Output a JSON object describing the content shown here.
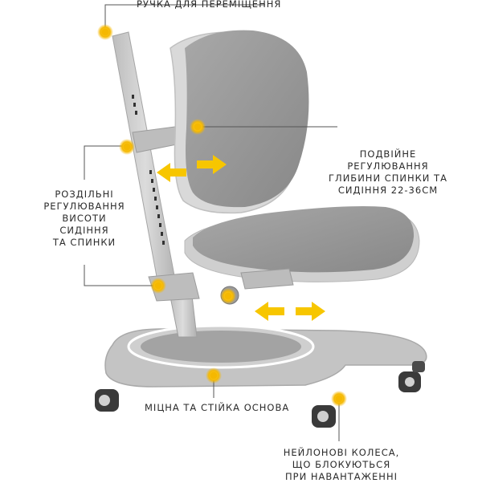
{
  "colors": {
    "chair_gray": "#9a9a9a",
    "frame_gray": "#c9c9c9",
    "base_gray": "#b5b5b5",
    "accent_yellow": "#f5b800",
    "arrow_yellow": "#f7c600",
    "line_color": "#555555"
  },
  "labels": {
    "handle": "Ручка для переміщення",
    "depth": [
      "Подвійне",
      "регулювання",
      "глибини спинки та",
      "сидіння 22-36см"
    ],
    "height": [
      "Роздільні",
      "регулювання",
      "висоти",
      "сидіння",
      "та спинки"
    ],
    "base": "Міцна та стійка основа",
    "wheels": [
      "Нейлонові колеса,",
      "що блокуються",
      "при навантаженні"
    ]
  },
  "icons": {
    "handle_marker": "yellow-dot-icon",
    "depth_marker": "yellow-dot-icon",
    "height_marker": "yellow-dot-icon",
    "base_marker": "yellow-dot-icon",
    "wheel_marker": "yellow-dot-icon",
    "backrest_arrow": "double-arrow-icon",
    "seat_arrow": "double-arrow-icon"
  }
}
